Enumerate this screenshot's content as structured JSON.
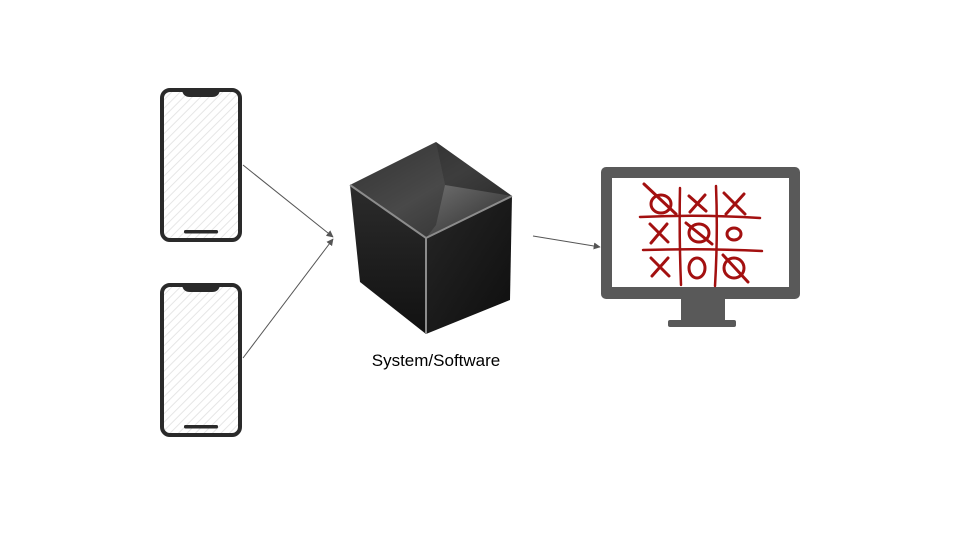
{
  "diagram": {
    "label": "System/Software"
  },
  "nodes": {
    "phone_top": {
      "icon": "smartphone-icon"
    },
    "phone_bottom": {
      "icon": "smartphone-icon"
    },
    "system": {
      "icon": "black-cube-icon"
    },
    "monitor": {
      "icon": "monitor-icon",
      "screen_content": "tic-tac-toe-board",
      "board": [
        [
          "O",
          "X",
          "X"
        ],
        [
          "X",
          "O",
          "O"
        ],
        [
          "X",
          "O",
          "O"
        ]
      ]
    }
  },
  "colors": {
    "device_frame": "#2a2a2a",
    "monitor_body": "#595959",
    "cube_dark": "#1c1c1c",
    "cube_edge": "#8c8c8c",
    "ink_red": "#a31010",
    "arrow": "#555555"
  }
}
